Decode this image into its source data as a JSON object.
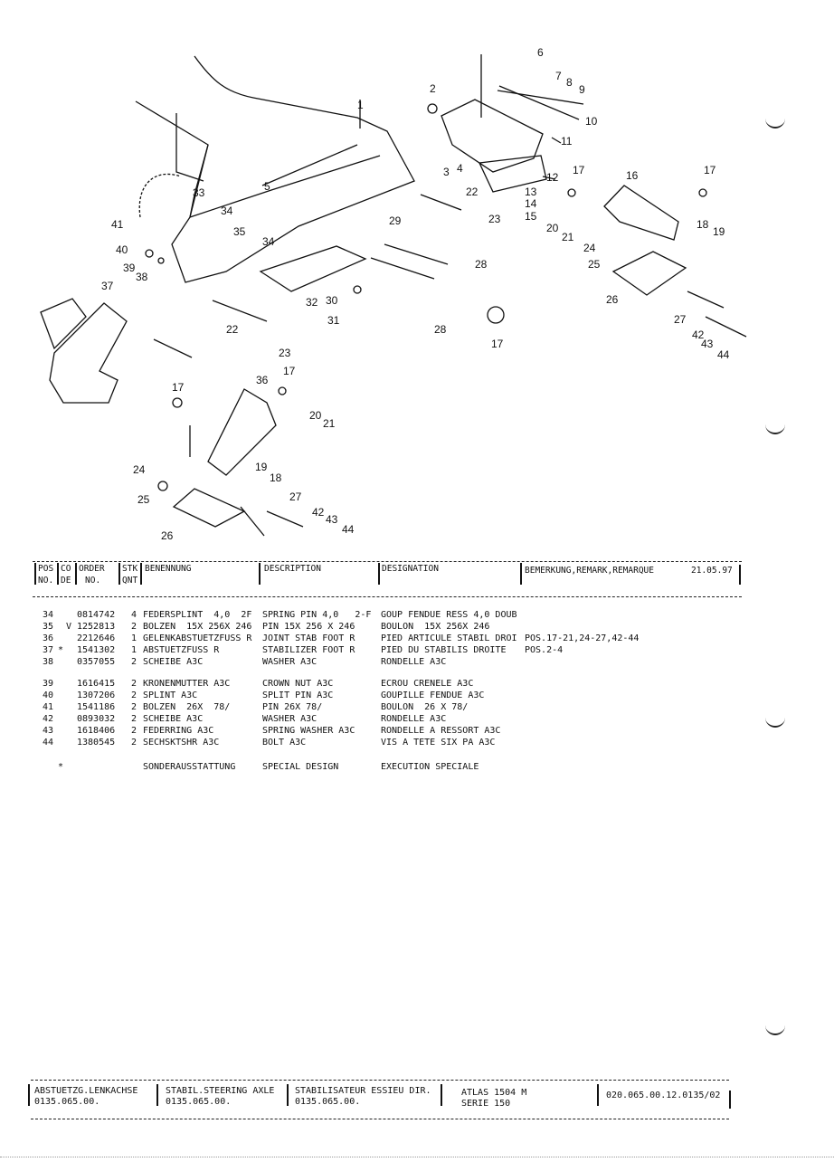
{
  "drawing": {
    "callouts": [
      "1",
      "2",
      "3",
      "4",
      "5",
      "6",
      "7",
      "8",
      "9",
      "10",
      "11",
      "12",
      "13",
      "14",
      "15",
      "16",
      "17",
      "18",
      "19",
      "20",
      "21",
      "22",
      "23",
      "24",
      "25",
      "26",
      "27",
      "28",
      "29",
      "30",
      "31",
      "32",
      "33",
      "34",
      "35",
      "36",
      "37",
      "38",
      "39",
      "40",
      "41",
      "42",
      "43",
      "44"
    ]
  },
  "header": {
    "pos": "POS",
    "no": "NO.",
    "co": "CO",
    "de": "DE",
    "order": "ORDER",
    "order_no": "NO.",
    "stk": "STK",
    "qnt": "QNT",
    "benennung": "BENENNUNG",
    "description": "DESCRIPTION",
    "designation": "DESIGNATION",
    "bemerkung": "BEMERKUNG,REMARK,REMARQUE",
    "date": "21.05.97"
  },
  "rows": [
    {
      "pos": "34",
      "code": "",
      "order": "0814742",
      "qty": "4",
      "de": "FEDERSPLINT  4,0  2F",
      "en": "SPRING PIN 4,0   2-F",
      "fr": "GOUP FENDUE RESS 4,0 DOUB",
      "remark": ""
    },
    {
      "pos": "35",
      "code": "V",
      "order": "1252813",
      "qty": "2",
      "de": "BOLZEN  15X 256X 246",
      "en": "PIN 15X 256 X 246",
      "fr": "BOULON  15X 256X 246",
      "remark": ""
    },
    {
      "pos": "36",
      "code": "",
      "order": "2212646",
      "qty": "1",
      "de": "GELENKABSTUETZFUSS R",
      "en": "JOINT STAB FOOT R",
      "fr": "PIED ARTICULE STABIL DROI",
      "remark": "POS.17-21,24-27,42-44"
    },
    {
      "pos": "37",
      "code": "*",
      "order": "1541302",
      "qty": "1",
      "de": "ABSTUETZFUSS R",
      "en": "STABILIZER FOOT R",
      "fr": "PIED DU STABILIS DROITE",
      "remark": "POS.2-4"
    },
    {
      "pos": "38",
      "code": "",
      "order": "0357055",
      "qty": "2",
      "de": "SCHEIBE A3C",
      "en": "WASHER A3C",
      "fr": "RONDELLE A3C",
      "remark": ""
    },
    {
      "pos": "39",
      "code": "",
      "order": "1616415",
      "qty": "2",
      "de": "KRONENMUTTER A3C",
      "en": "CROWN NUT A3C",
      "fr": "ECROU CRENELE A3C",
      "remark": ""
    },
    {
      "pos": "40",
      "code": "",
      "order": "1307206",
      "qty": "2",
      "de": "SPLINT A3C",
      "en": "SPLIT PIN A3C",
      "fr": "GOUPILLE FENDUE A3C",
      "remark": ""
    },
    {
      "pos": "41",
      "code": "",
      "order": "1541186",
      "qty": "2",
      "de": "BOLZEN  26X  78/",
      "en": "PIN 26X 78/",
      "fr": "BOULON  26 X 78/",
      "remark": ""
    },
    {
      "pos": "42",
      "code": "",
      "order": "0893032",
      "qty": "2",
      "de": "SCHEIBE A3C",
      "en": "WASHER A3C",
      "fr": "RONDELLE A3C",
      "remark": ""
    },
    {
      "pos": "43",
      "code": "",
      "order": "1618406",
      "qty": "2",
      "de": "FEDERRING A3C",
      "en": "SPRING WASHER A3C",
      "fr": "RONDELLE A RESSORT A3C",
      "remark": ""
    },
    {
      "pos": "44",
      "code": "",
      "order": "1380545",
      "qty": "2",
      "de": "SECHSKTSHR A3C",
      "en": "BOLT A3C",
      "fr": "VIS A TETE SIX PA A3C",
      "remark": ""
    }
  ],
  "note": {
    "symbol": "*",
    "de": "SONDERAUSSTATTUNG",
    "en": "SPECIAL DESIGN",
    "fr": "EXECUTION SPECIALE"
  },
  "footer": {
    "de_title": "ABSTUETZG.LENKACHSE",
    "de_code": "0135.065.00.",
    "en_title": "STABIL.STEERING AXLE",
    "en_code": "0135.065.00.",
    "fr_title": "STABILISATEUR ESSIEU DIR.",
    "fr_code": "0135.065.00.",
    "model": "ATLAS 1504 M",
    "series": "SERIE 150",
    "doc_number": "020.065.00.12.0135/02"
  }
}
